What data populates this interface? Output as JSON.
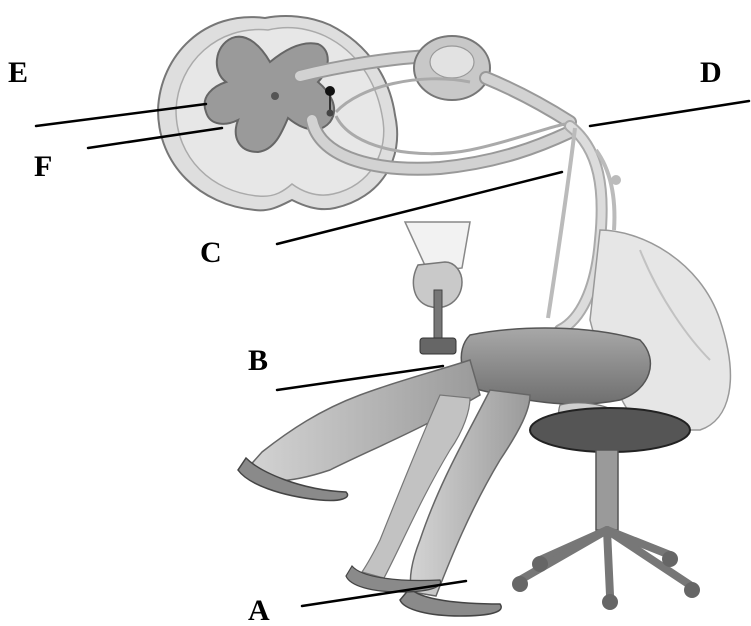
{
  "labels": {
    "a": "A",
    "b": "B",
    "c": "C",
    "d": "D",
    "e": "E",
    "f": "F"
  },
  "colors": {
    "leader_line": "#000000",
    "grey_matter": "#9a9a9a",
    "white_matter": "#dedede",
    "nerve": "#cfcfcf",
    "ganglion": "#c8c8c8",
    "skin": "#bdbdbd",
    "clothing_dark": "#7a7a7a",
    "stool_seat": "#555555"
  }
}
